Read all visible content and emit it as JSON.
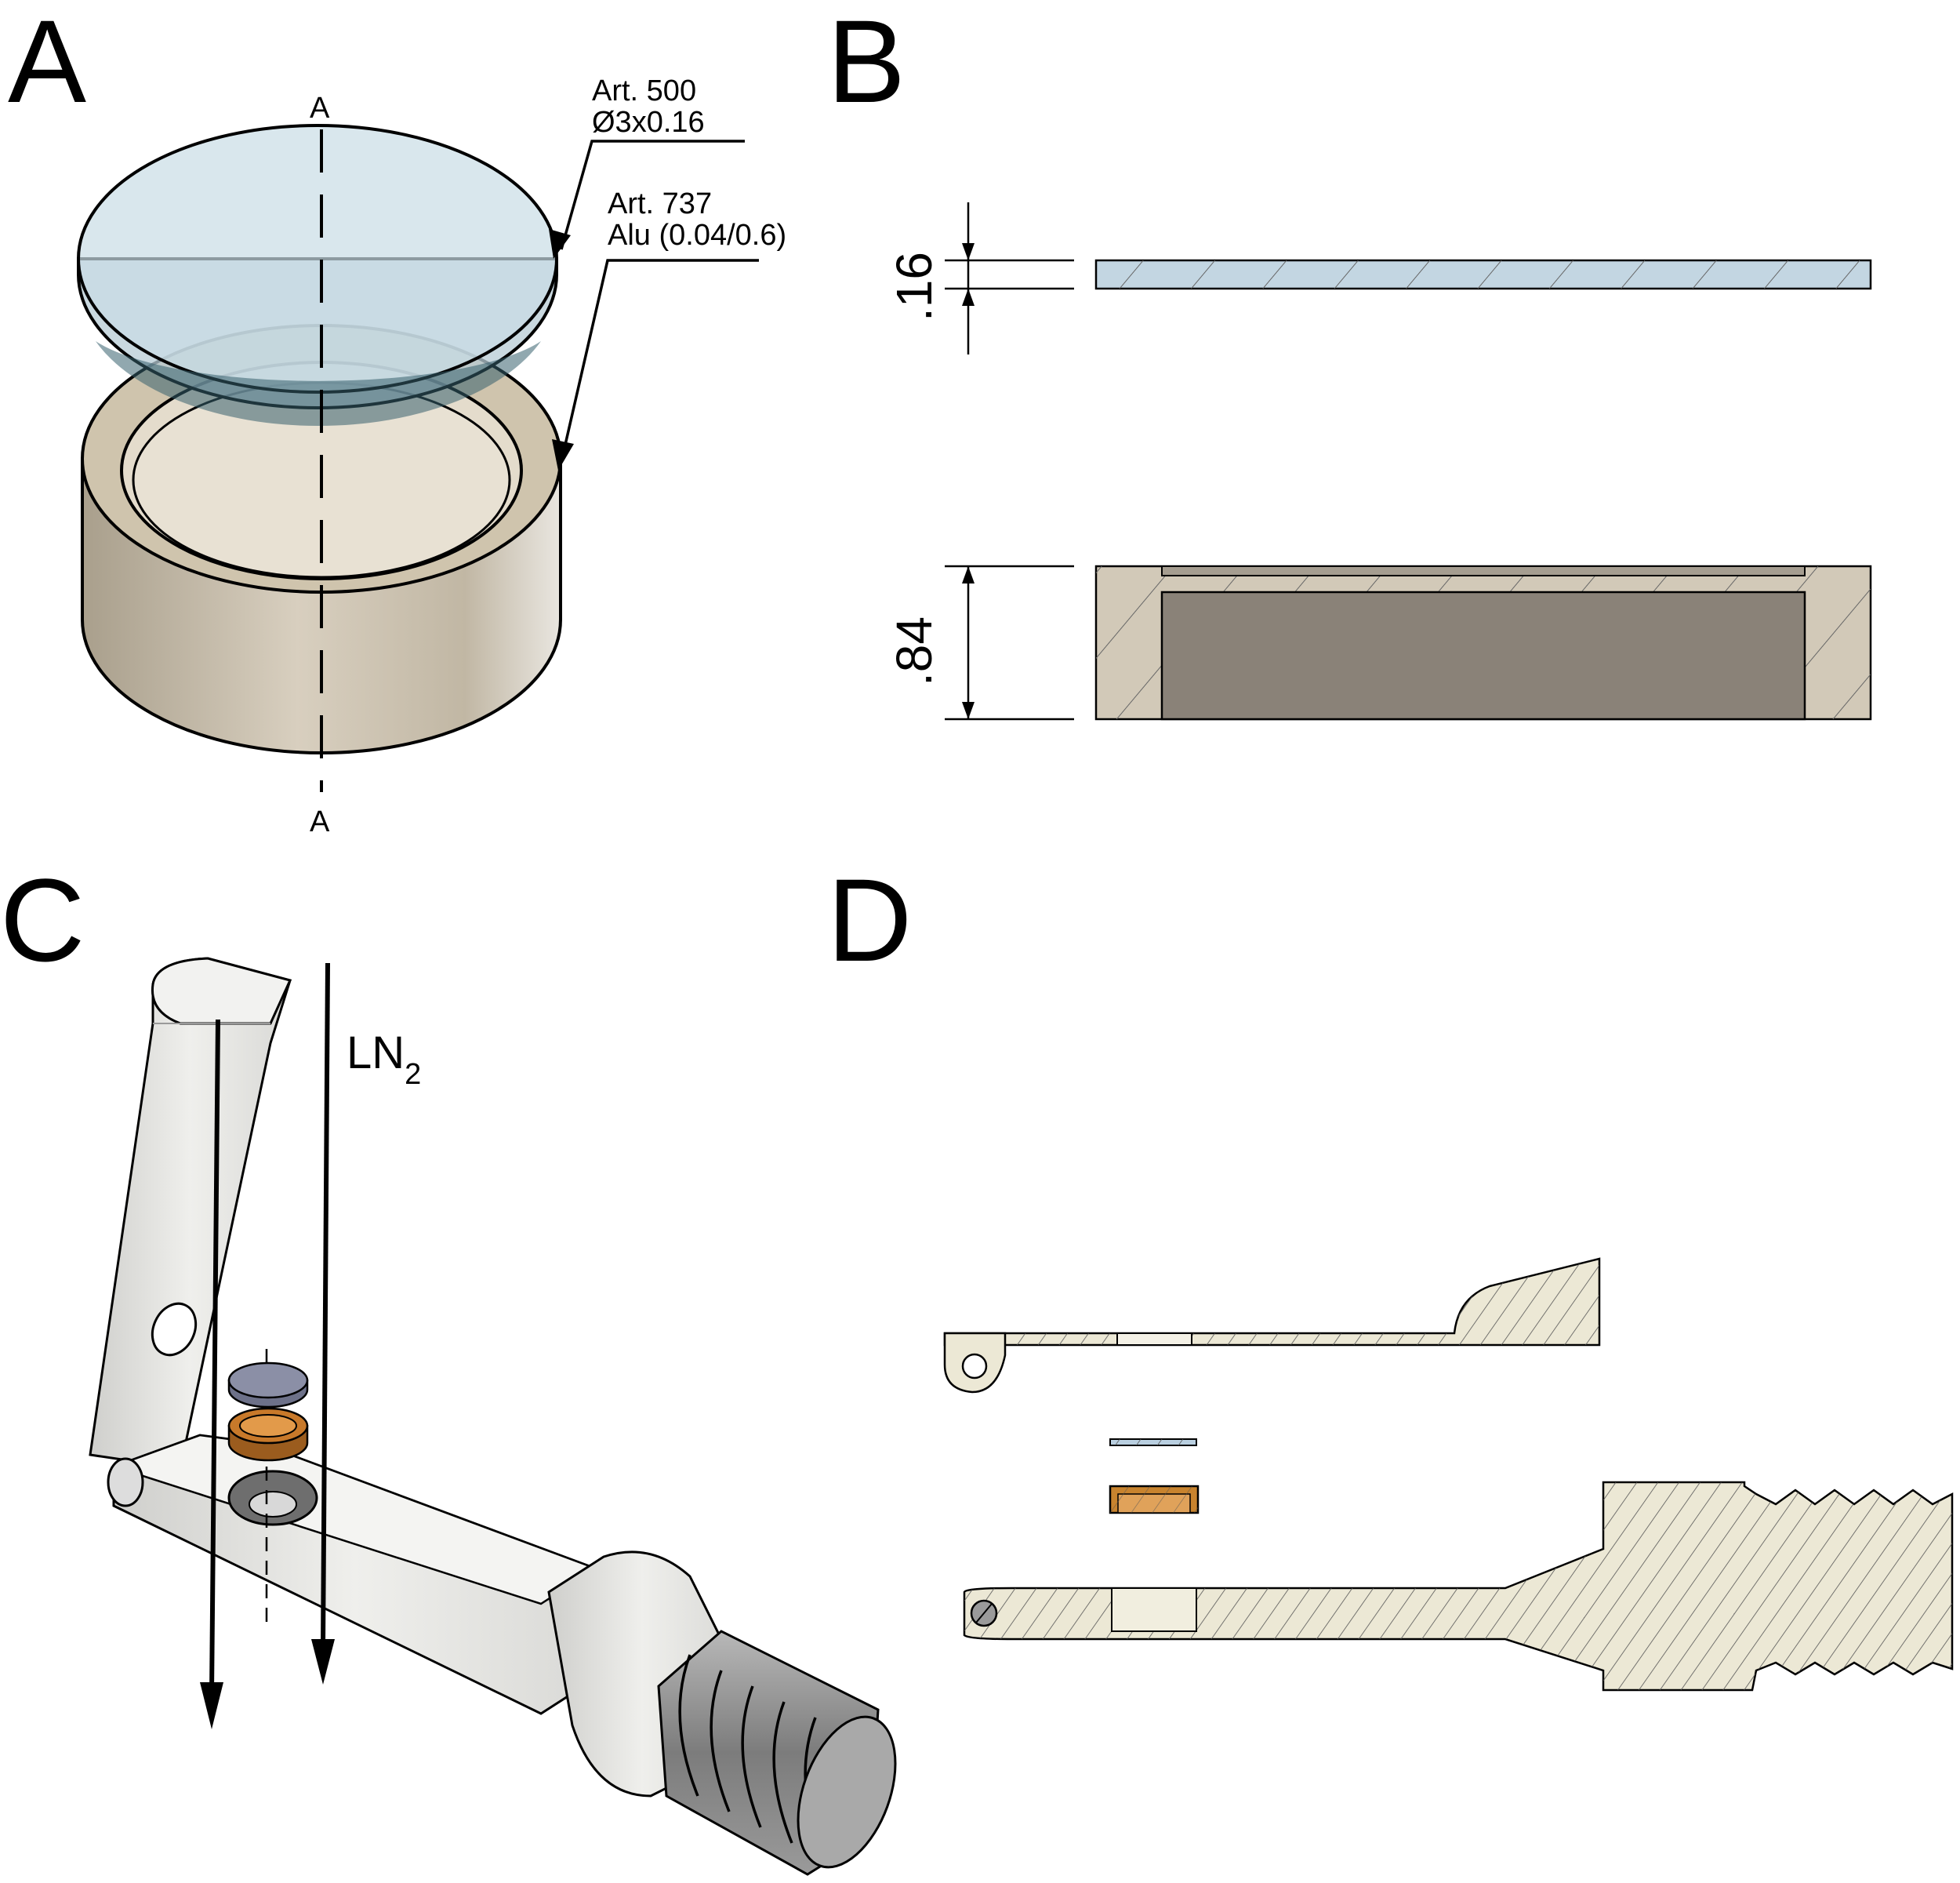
{
  "panels": {
    "a": {
      "letter": "A",
      "section_top": "A",
      "section_bottom": "A",
      "disc_label": {
        "line1": "Art. 500",
        "line2": "Ø3x0.16"
      },
      "holder_label": {
        "line1": "Art. 737",
        "line2": "Alu (0.04/0.6)"
      },
      "colors": {
        "disc": "#c9dde6",
        "holder": "#d6cdbd"
      }
    },
    "b": {
      "letter": "B",
      "dim_disc": ".16",
      "dim_holder": ".84",
      "colors": {
        "disc_section": "#c3d6e2",
        "holder_section": "#d2c9b8",
        "cavity": "#8a8278"
      }
    },
    "c": {
      "letter": "C",
      "flow_label": "LN",
      "flow_label_sub": "2",
      "colors": {
        "tool": "#e7e7e4",
        "cap_disc": "#8b8fa6",
        "cup": "#c8792a",
        "thread": "#8e8e8e"
      }
    },
    "d": {
      "letter": "D",
      "colors": {
        "section": "#ece8d5",
        "disc": "#b9cfe0",
        "cup": "#c8832e"
      }
    }
  }
}
